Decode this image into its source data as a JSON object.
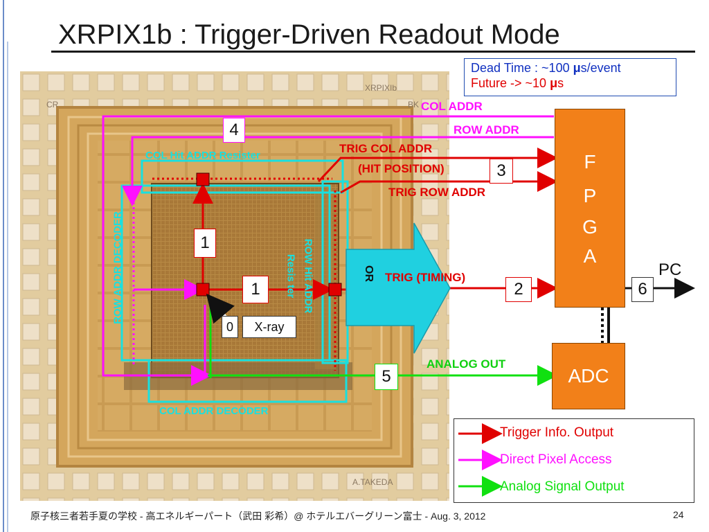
{
  "title": "XRPIX1b : Trigger-Driven Readout Mode",
  "dead_time": {
    "line1_prefix": "Dead Time : ~100 ",
    "line1_mu": "μ",
    "line1_suffix": "s/event",
    "line2_prefix": "Future -> ~10 ",
    "line2_mu": "μ",
    "line2_suffix": "s"
  },
  "chip_labels": {
    "xrpix": "XRPIXIb",
    "cr": "CR",
    "bk": "BK",
    "takeda": "A.TAKEDA"
  },
  "block_labels": {
    "col_hit_addr_register": "COL Hit ADDR Resister",
    "row_hit_addr_register_1": "ROW Hit ADDR",
    "row_hit_addr_register_2": "Resis ter",
    "row_addr_decoder": "ROW ADDR DECODER",
    "col_addr_decoder": "COL ADDR DECODER",
    "or_gate": "OR"
  },
  "signals": {
    "col_addr": "COL ADDR",
    "row_addr": "ROW ADDR",
    "trig_col_addr": "TRIG COL ADDR",
    "hit_position": "(HIT POSITION)",
    "trig_row_addr": "TRIG ROW ADDR",
    "trig_timing": "TRIG (TIMING)",
    "analog_out": "ANALOG OUT"
  },
  "step_boxes": {
    "s0": "0",
    "s1a": "1",
    "s1b": "1",
    "s2": "2",
    "s3": "3",
    "s4": "4",
    "s5": "5",
    "s6": "6"
  },
  "xray_label": "X-ray",
  "fpga": {
    "l1": "F",
    "l2": "P",
    "l3": "G",
    "l4": "A"
  },
  "adc": "ADC",
  "pc": "PC",
  "legend": [
    {
      "label": "Trigger Info. Output",
      "color": "#e00000"
    },
    {
      "label": "Direct Pixel Access",
      "color": "#ff10ff"
    },
    {
      "label": "Analog Signal Output",
      "color": "#10e010"
    }
  ],
  "footer": "原子核三者若手夏の学校 - 高エネルギーパート（武田 彩希）@ ホテルエバーグリーン富士 - Aug. 3, 2012",
  "page_number": "24",
  "colors": {
    "trigger": "#e00000",
    "direct": "#ff10ff",
    "analog": "#10e010",
    "cyan": "#18e0e0",
    "fpga": "#f28019",
    "or_gate": "#20d0e0"
  }
}
